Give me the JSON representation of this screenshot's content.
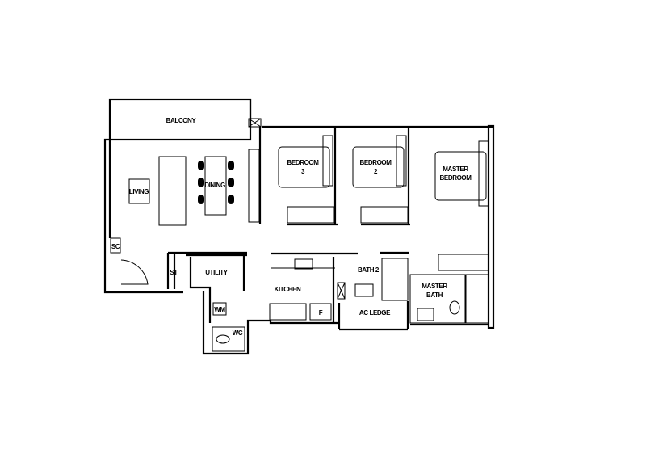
{
  "plan": {
    "rooms": {
      "balcony": "BALCONY",
      "living": "LIVING",
      "dining": "DINING",
      "bedroom3_l1": "BEDROOM",
      "bedroom3_l2": "3",
      "bedroom2_l1": "BEDROOM",
      "bedroom2_l2": "2",
      "master_l1": "MASTER",
      "master_l2": "BEDROOM",
      "sc": "SC",
      "st": "ST",
      "utility": "UTILITY",
      "kitchen": "KITCHEN",
      "bath2": "BATH 2",
      "masterbath_l1": "MASTER",
      "masterbath_l2": "BATH",
      "ac_ledge": "AC LEDGE",
      "wc": "WC",
      "wm": "WM",
      "fridge": "F"
    }
  }
}
